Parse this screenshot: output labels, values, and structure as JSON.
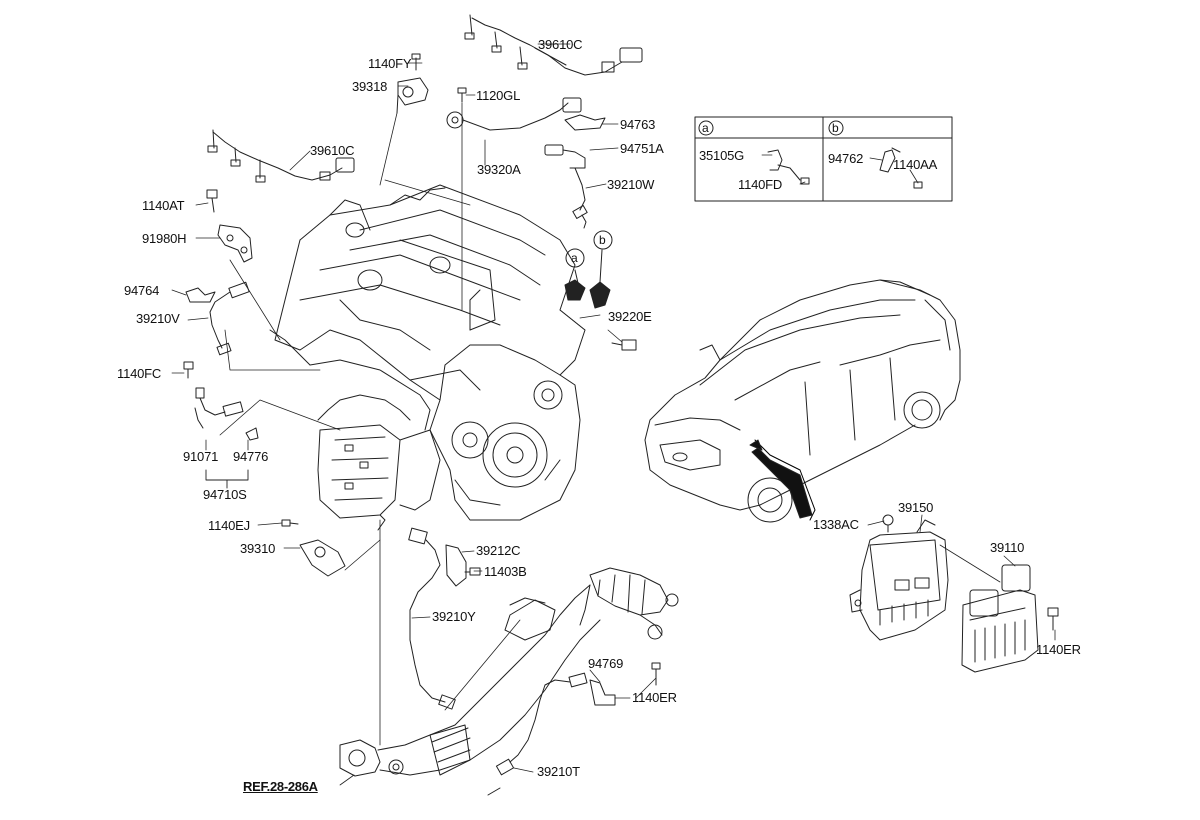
{
  "diagram": {
    "labels": {
      "l_39610C_top": "39610C",
      "l_1140FY": "1140FY",
      "l_39318": "39318",
      "l_1120GL": "1120GL",
      "l_94763": "94763",
      "l_94751A": "94751A",
      "l_39610C_left": "39610C",
      "l_39320A": "39320A",
      "l_39210W": "39210W",
      "l_1140AT": "1140AT",
      "l_91980H": "91980H",
      "l_94764": "94764",
      "l_39210V": "39210V",
      "l_39220E": "39220E",
      "l_1140FC": "1140FC",
      "l_91071": "91071",
      "l_94776": "94776",
      "l_94710S": "94710S",
      "l_1140EJ": "1140EJ",
      "l_39310": "39310",
      "l_39212C": "39212C",
      "l_11403B": "11403B",
      "l_39210Y": "39210Y",
      "l_94769": "94769",
      "l_1140ER_mid": "1140ER",
      "l_39210T": "39210T",
      "l_1338AC": "1338AC",
      "l_39150": "39150",
      "l_39110": "39110",
      "l_1140ER_right": "1140ER"
    },
    "reference": "REF.28-286A",
    "legend": {
      "a_tag": "a",
      "b_tag": "b",
      "a_part1": "35105G",
      "a_part2": "1140FD",
      "b_part1": "94762",
      "b_part2": "1140AA"
    },
    "callouts": {
      "a": "a",
      "b": "b"
    }
  }
}
